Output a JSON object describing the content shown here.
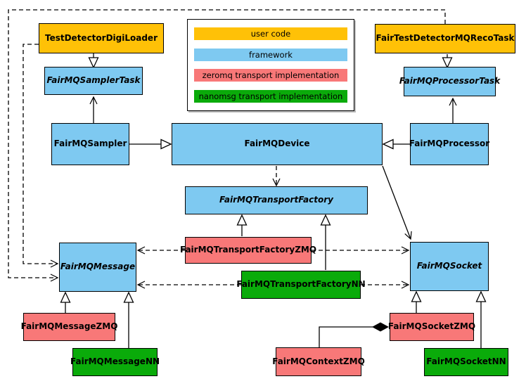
{
  "diagram": {
    "description": "FairMQ framework class diagram",
    "colors": {
      "user_code": "#FFC107",
      "framework": "#7EC9F1",
      "zeromq": "#F87878",
      "nanomsg": "#0AAB0A",
      "border": "#000000",
      "background": "#FFFFFF"
    }
  },
  "legend": {
    "items": [
      {
        "label": "user code",
        "color_key": "user_code"
      },
      {
        "label": "framework",
        "color_key": "framework"
      },
      {
        "label": "zeromq transport implementation",
        "color_key": "zeromq"
      },
      {
        "label": "nanomsg transport implementation",
        "color_key": "nanomsg"
      }
    ]
  },
  "nodes": {
    "digiLoader": {
      "label": "TestDetectorDigiLoader",
      "category": "user_code",
      "abstract": false
    },
    "recoTask": {
      "label": "FairTestDetectorMQRecoTask",
      "category": "user_code",
      "abstract": false
    },
    "samplerTask": {
      "label": "FairMQSamplerTask",
      "category": "framework",
      "abstract": true
    },
    "processorTask": {
      "label": "FairMQProcessorTask",
      "category": "framework",
      "abstract": true
    },
    "sampler": {
      "label": "FairMQSampler",
      "category": "framework",
      "abstract": false
    },
    "device": {
      "label": "FairMQDevice",
      "category": "framework",
      "abstract": false
    },
    "processor": {
      "label": "FairMQProcessor",
      "category": "framework",
      "abstract": false
    },
    "transportFactory": {
      "label": "FairMQTransportFactory",
      "category": "framework",
      "abstract": true
    },
    "transportFactoryZMQ": {
      "label": "FairMQTransportFactoryZMQ",
      "category": "zeromq",
      "abstract": false
    },
    "transportFactoryNN": {
      "label": "FairMQTransportFactoryNN",
      "category": "nanomsg",
      "abstract": false
    },
    "message": {
      "label": "FairMQMessage",
      "category": "framework",
      "abstract": true
    },
    "socket": {
      "label": "FairMQSocket",
      "category": "framework",
      "abstract": true
    },
    "messageZMQ": {
      "label": "FairMQMessageZMQ",
      "category": "zeromq",
      "abstract": false
    },
    "messageNN": {
      "label": "FairMQMessageNN",
      "category": "nanomsg",
      "abstract": false
    },
    "contextZMQ": {
      "label": "FairMQContextZMQ",
      "category": "zeromq",
      "abstract": false
    },
    "socketZMQ": {
      "label": "FairMQSocketZMQ",
      "category": "zeromq",
      "abstract": false
    },
    "socketNN": {
      "label": "FairMQSocketNN",
      "category": "nanomsg",
      "abstract": false
    }
  },
  "edges": [
    {
      "from": "TestDetectorDigiLoader",
      "to": "FairMQSamplerTask",
      "type": "inheritance"
    },
    {
      "from": "FairMQSampler",
      "to": "FairMQSamplerTask",
      "type": "association"
    },
    {
      "from": "FairTestDetectorMQRecoTask",
      "to": "FairMQProcessorTask",
      "type": "inheritance"
    },
    {
      "from": "FairMQProcessor",
      "to": "FairMQProcessorTask",
      "type": "association"
    },
    {
      "from": "FairMQSampler",
      "to": "FairMQDevice",
      "type": "inheritance"
    },
    {
      "from": "FairMQProcessor",
      "to": "FairMQDevice",
      "type": "inheritance"
    },
    {
      "from": "FairMQDevice",
      "to": "FairMQTransportFactory",
      "type": "dependency"
    },
    {
      "from": "FairMQDevice",
      "to": "FairMQSocket",
      "type": "association"
    },
    {
      "from": "FairMQTransportFactoryZMQ",
      "to": "FairMQTransportFactory",
      "type": "inheritance"
    },
    {
      "from": "FairMQTransportFactoryNN",
      "to": "FairMQTransportFactory",
      "type": "inheritance"
    },
    {
      "from": "FairMQTransportFactoryZMQ",
      "to": "FairMQMessage",
      "type": "dependency"
    },
    {
      "from": "FairMQTransportFactoryZMQ",
      "to": "FairMQSocket",
      "type": "dependency"
    },
    {
      "from": "FairMQTransportFactoryNN",
      "to": "FairMQMessage",
      "type": "dependency"
    },
    {
      "from": "FairMQTransportFactoryNN",
      "to": "FairMQSocket",
      "type": "dependency"
    },
    {
      "from": "TestDetectorDigiLoader",
      "to": "FairMQMessage",
      "type": "dependency"
    },
    {
      "from": "FairTestDetectorMQRecoTask",
      "to": "FairMQMessage",
      "type": "dependency"
    },
    {
      "from": "FairMQMessageZMQ",
      "to": "FairMQMessage",
      "type": "inheritance"
    },
    {
      "from": "FairMQMessageNN",
      "to": "FairMQMessage",
      "type": "inheritance"
    },
    {
      "from": "FairMQSocketZMQ",
      "to": "FairMQSocket",
      "type": "inheritance"
    },
    {
      "from": "FairMQSocketNN",
      "to": "FairMQSocket",
      "type": "inheritance"
    },
    {
      "from": "FairMQSocketZMQ",
      "to": "FairMQContextZMQ",
      "type": "composition"
    }
  ]
}
